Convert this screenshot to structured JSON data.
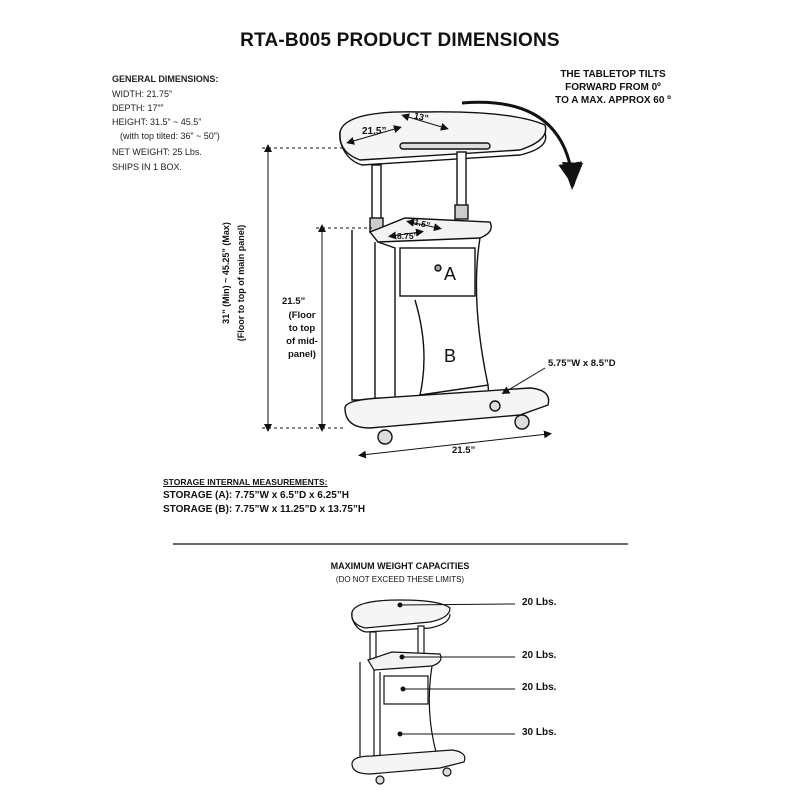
{
  "title": "RTA-B005 PRODUCT DIMENSIONS",
  "general": {
    "heading": "GENERAL DIMENSIONS:",
    "width": "WIDTH: 21.75”",
    "depth": "DEPTH: 17””",
    "height": "HEIGHT: 31.5” ~ 45.5”",
    "tilted": "(with top tilted: 36” ~ 50”)",
    "weight": "NET WEIGHT: 25 Lbs.",
    "ships": "SHIPS IN 1 BOX."
  },
  "tilt_note": {
    "line1": "THE TABLETOP TILTS",
    "line2": "FORWARD FROM 0º",
    "line3": "TO A MAX. APPROX 60 º"
  },
  "dimensions": {
    "top_width": "21.5”",
    "top_depth": "13”",
    "mid_depth": "11.5”",
    "mid_width": "8.75”",
    "overall_height_1": "31” (Min) ~ 45.25” (Max)",
    "overall_height_2": "(Floor to top of main panel)",
    "mid_height": "21.5”",
    "mid_height_note": [
      "(Floor",
      "to top",
      "of mid-",
      "panel)"
    ],
    "base_width": "21.5”",
    "base_shelf": "5.75”W x 8.5”D",
    "storage_a_label": "A",
    "storage_b_label": "B"
  },
  "storage": {
    "heading": "STORAGE  INTERNAL MEASUREMENTS:",
    "a": "STORAGE (A):  7.75”W x 6.5”D x 6.25”H",
    "b": "STORAGE (B):  7.75”W x 11.25”D x 13.75”H"
  },
  "capacities": {
    "title": "MAXIMUM WEIGHT CAPACITIES",
    "subtitle": "(DO NOT EXCEED  THESE LIMITS)",
    "top": "20 Lbs.",
    "mid": "20 Lbs.",
    "drawer": "20 Lbs.",
    "bottom": "30 Lbs."
  }
}
